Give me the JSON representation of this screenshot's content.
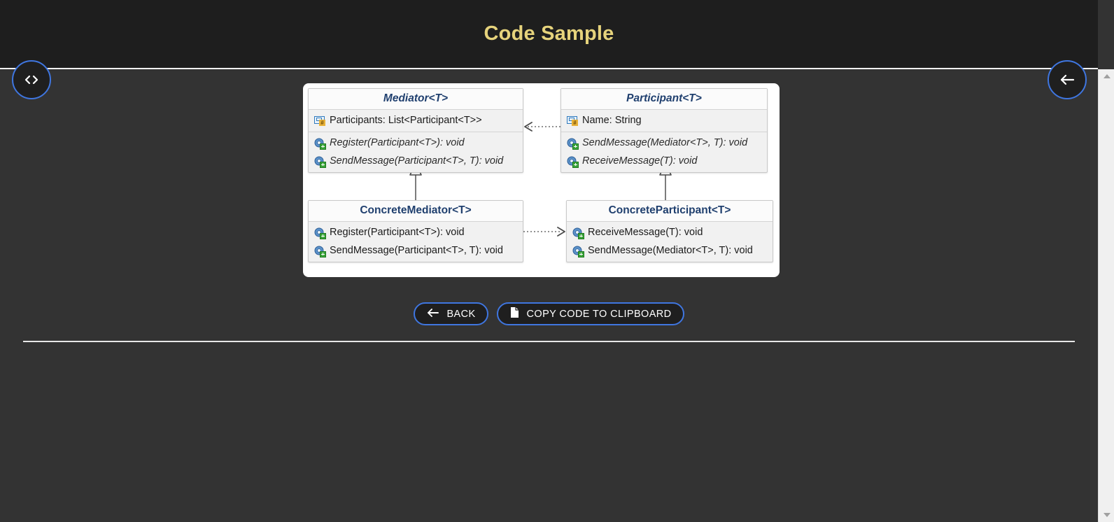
{
  "header": {
    "title": "Code Sample"
  },
  "fab": {
    "code_label": "<>",
    "code_icon": "code-brackets-icon",
    "back_icon": "arrow-left-icon"
  },
  "diagram": {
    "classes": [
      {
        "name": "Mediator<T>",
        "abstract": true,
        "fields": [
          {
            "icon": "field-icon",
            "text": "Participants: List<Participant<T>>"
          }
        ],
        "methods": [
          {
            "icon": "method-icon",
            "text": "Register(Participant<T>): void"
          },
          {
            "icon": "method-icon",
            "text": "SendMessage(Participant<T>, T): void"
          }
        ]
      },
      {
        "name": "Participant<T>",
        "abstract": true,
        "fields": [
          {
            "icon": "field-icon",
            "text": "Name: String"
          }
        ],
        "methods": [
          {
            "icon": "method-icon",
            "text": "SendMessage(Mediator<T>, T): void"
          },
          {
            "icon": "method-icon",
            "text": "ReceiveMessage(T): void"
          }
        ]
      },
      {
        "name": "ConcreteMediator<T>",
        "abstract": false,
        "fields": [],
        "methods": [
          {
            "icon": "method-icon",
            "text": "Register(Participant<T>): void"
          },
          {
            "icon": "method-icon",
            "text": "SendMessage(Participant<T>, T): void"
          }
        ]
      },
      {
        "name": "ConcreteParticipant<T>",
        "abstract": false,
        "fields": [],
        "methods": [
          {
            "icon": "method-icon",
            "text": "ReceiveMessage(T): void"
          },
          {
            "icon": "method-icon",
            "text": "SendMessage(Mediator<T>, T): void"
          }
        ]
      }
    ],
    "relations": [
      {
        "kind": "dependency",
        "from": "Participant<T>",
        "to": "Mediator<T>",
        "style": "dotted",
        "arrow": "open"
      },
      {
        "kind": "generalization",
        "from": "ConcreteMediator<T>",
        "to": "Mediator<T>",
        "style": "solid",
        "arrow": "hollow-triangle"
      },
      {
        "kind": "generalization",
        "from": "ConcreteParticipant<T>",
        "to": "Participant<T>",
        "style": "solid",
        "arrow": "hollow-triangle"
      },
      {
        "kind": "dependency",
        "from": "ConcreteMediator<T>",
        "to": "ConcreteParticipant<T>",
        "style": "dotted",
        "arrow": "open"
      }
    ]
  },
  "actions": {
    "back_label": "BACK",
    "back_icon": "arrow-left-icon",
    "copy_label": "COPY CODE TO CLIPBOARD",
    "copy_icon": "file-copy-icon"
  },
  "colors": {
    "header_bg": "#1e1e1e",
    "title": "#e6d37c",
    "body_bg": "#333333",
    "accent_border": "#3f76e0",
    "class_title": "#1f3f6e",
    "class_bg": "#f1f1f1"
  },
  "scrollbar": {
    "up_icon": "chevron-up-icon",
    "down_icon": "chevron-down-icon"
  }
}
